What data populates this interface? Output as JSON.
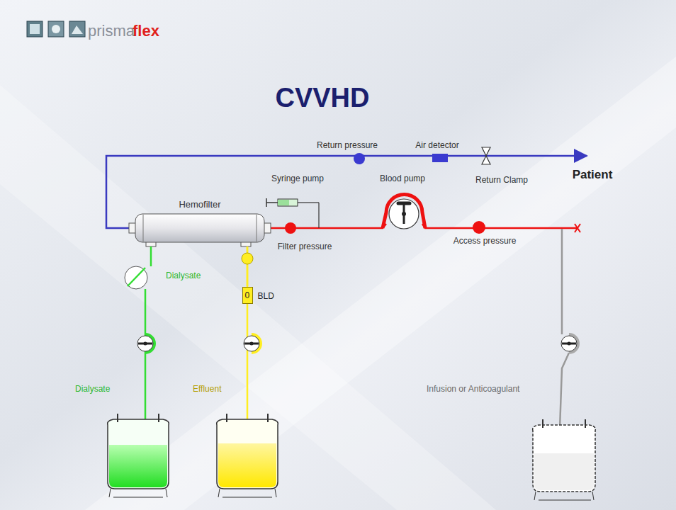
{
  "diagram": {
    "title": "CVVHD",
    "nodes": [
      {
        "text": [
          "Hemofilter"
        ]
      },
      {
        "text": [
          "0",
          "BLD"
        ]
      }
    ],
    "edges": [
      {
        "from": 0,
        "to": 1,
        "arrow": "none"
      }
    ],
    "labels": [
      "prisma",
      "flex",
      "Return pressure",
      "Air detector",
      "Syringe pump",
      "Blood pump",
      "Return Clamp",
      "Patient",
      "Filter pressure",
      "Access pressure",
      "Dialysate",
      "Dialysate",
      "Effluent",
      "Infusion or Anticoagulant"
    ]
  }
}
